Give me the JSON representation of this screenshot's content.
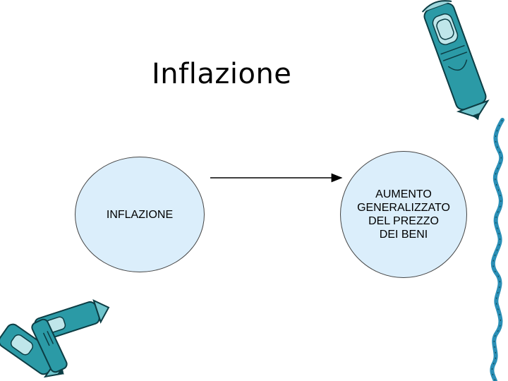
{
  "slide": {
    "title": "Inflazione",
    "left_node": {
      "label": "INFLAZIONE"
    },
    "right_node": {
      "lines": [
        "AUMENTO",
        "GENERALIZZATO",
        "DEL PREZZO",
        "DEI BENI"
      ]
    }
  },
  "colors": {
    "node_fill": "#dbeefb",
    "crayon_teal": "#2b9aa6",
    "wavy_line": "#2a8fb6"
  },
  "icons": [
    "crayon-icon",
    "crayon-pair-icon",
    "wavy-line-decoration"
  ]
}
